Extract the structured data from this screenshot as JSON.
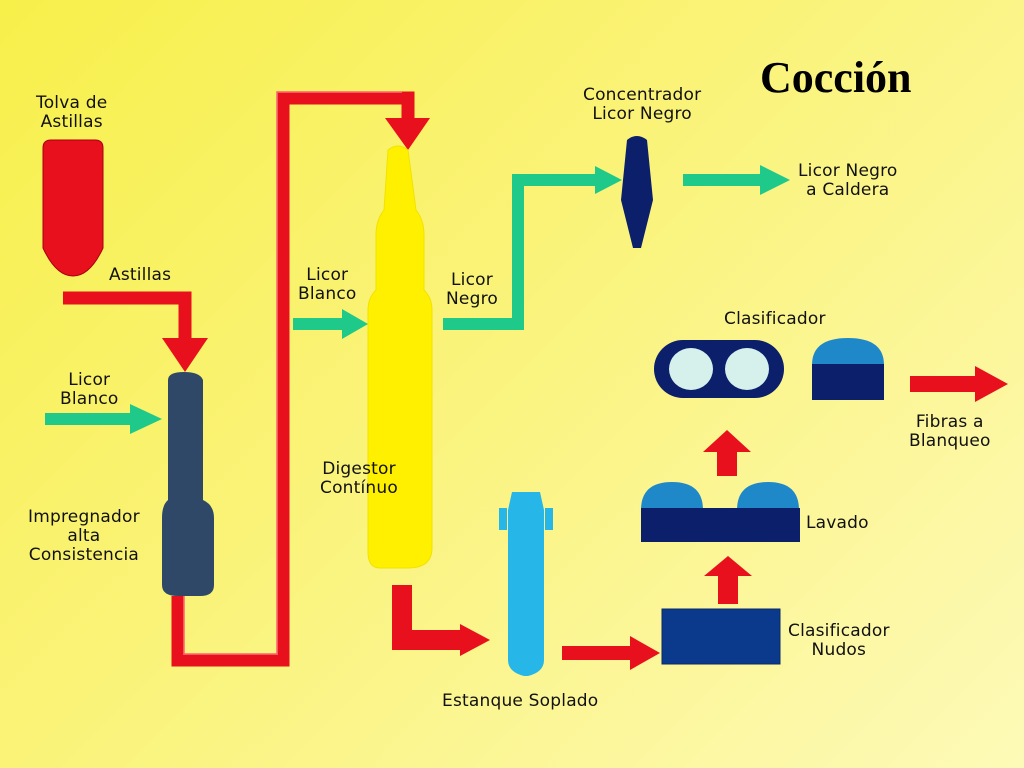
{
  "title": "Cocción",
  "labels": {
    "tolva": "Tolva de\nAstillas",
    "astillas": "Astillas",
    "licor_blanco_left": "Licor\nBlanco",
    "impregnador": "Impregnador\nalta\nConsistencia",
    "licor_blanco_mid": "Licor\nBlanco",
    "digestor": "Digestor\nContínuo",
    "licor_negro": "Licor\nNegro",
    "concentrador": "Concentrador\nLicor Negro",
    "licor_caldera": "Licor Negro\na Caldera",
    "clasificador": "Clasificador",
    "fibras": "Fibras a\nBlanqueo",
    "lavado": "Lavado",
    "clasificador_nudos": "Clasificador\nNudos",
    "estanque": "Estanque Soplado"
  },
  "colors": {
    "red": "#e8101c",
    "green": "#1ec98a",
    "navy": "#0b1f6b",
    "slate": "#2f4868",
    "yellow": "#fff000",
    "cyan": "#27b6e8",
    "light_blue": "#1e88c8",
    "pale": "#d6f0ec"
  }
}
